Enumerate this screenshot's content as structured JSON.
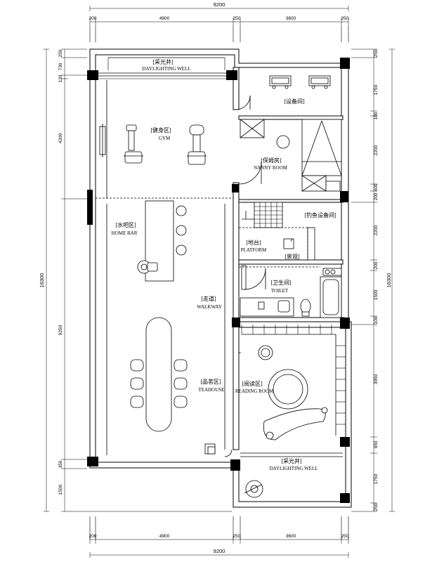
{
  "dimensions": {
    "overall_width": "9200",
    "overall_height": "16300",
    "top": [
      "200",
      "4900",
      "250",
      "3600",
      "250"
    ],
    "bottom": [
      "200",
      "4900",
      "250",
      "3600",
      "250"
    ],
    "left": [
      "250",
      "730",
      "120",
      "4200",
      "9250",
      "350",
      "1500"
    ],
    "right": [
      "250",
      "1750",
      "100",
      "2200",
      "200",
      "400",
      "2200",
      "200",
      "1500",
      "100",
      "3950",
      "650",
      "1750",
      "250"
    ]
  },
  "rooms": {
    "daylighting_top": {
      "cn": "[采光井]",
      "en": "DAYLIGHTING WELL"
    },
    "equipment": {
      "cn": "[设备间]"
    },
    "gym": {
      "cn": "[健身区]",
      "en": "GYM"
    },
    "nanny": {
      "cn": "[保姆房]",
      "en": "NANNY ROOM"
    },
    "fishing": {
      "cn": "[钓鱼设备间]"
    },
    "homebar": {
      "cn": "[水吧区]",
      "en": "HOME BAR"
    },
    "platform": {
      "cn": "[地台]",
      "en": "PLATFORM"
    },
    "landscape": {
      "cn": "[景观]"
    },
    "toilet": {
      "cn": "[卫生间]",
      "en": "TOILET"
    },
    "walkway": {
      "cn": "[走道]",
      "en": "WALKWAY"
    },
    "teahouse": {
      "cn": "[品茗区]",
      "en": "TEAHOUSE"
    },
    "reading": {
      "cn": "[阅读区]",
      "en": "READING ROOM"
    },
    "daylighting_bottom": {
      "cn": "[采光井]",
      "en": "DAYLIGHTING WELL"
    }
  }
}
